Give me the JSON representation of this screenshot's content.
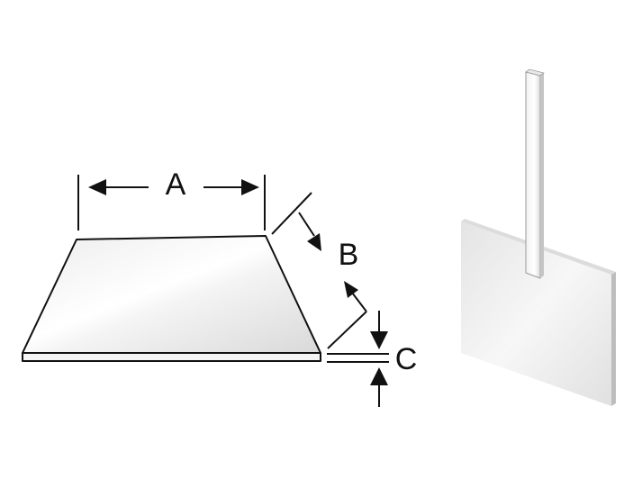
{
  "labels": {
    "width": "A",
    "length": "B",
    "thickness": "C"
  },
  "colors": {
    "stroke": "#111111",
    "plate_light": "#f6f6f6",
    "plate_mid": "#e2e2e2",
    "plate_dark": "#cfcfcf"
  }
}
